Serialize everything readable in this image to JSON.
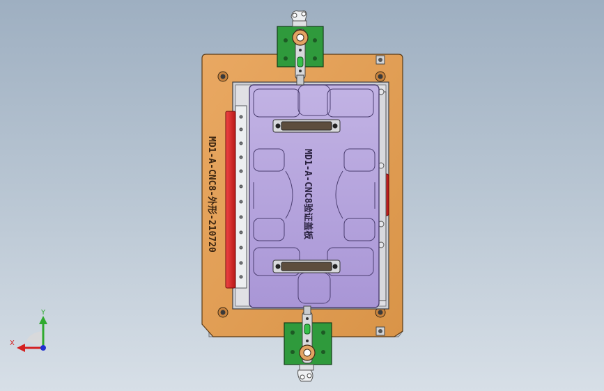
{
  "model": {
    "base_plate_engraving": "MD1-A-CNC8-外形-210720",
    "fixture_plate_engraving": "MD1-A-CNC8验证盖板"
  },
  "triad": {
    "x_label": "X",
    "y_label": "Y"
  },
  "colors": {
    "background_top": "#9eafc1",
    "background_bottom": "#d7dfe7",
    "base_plate": "#e8a45a",
    "fixture_plate": "#b9a7dd",
    "clamp_block": "#2f9a3c",
    "locator_bar": "#dd2a2a",
    "steel": "#c8ccd2",
    "handle": "#5d4d3d",
    "axis_x": "#d42020",
    "axis_y": "#2faa2f",
    "axis_z": "#2030d0"
  }
}
